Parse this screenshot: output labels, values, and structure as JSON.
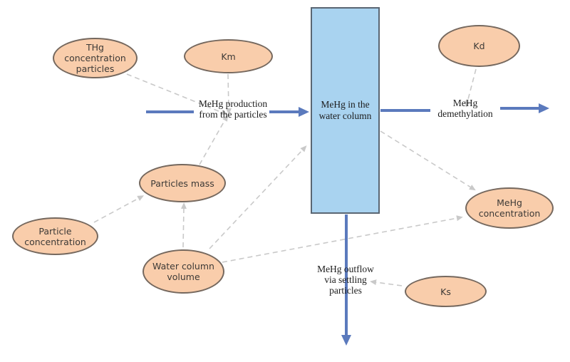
{
  "diagram": {
    "stock": {
      "label": "MeHg in the water column"
    },
    "auxiliaries": [
      {
        "id": "thg-concentration-particles",
        "label": "THg concentration particles"
      },
      {
        "id": "km",
        "label": "Km"
      },
      {
        "id": "kd",
        "label": "Kd"
      },
      {
        "id": "particles-mass",
        "label": "Particles mass"
      },
      {
        "id": "particle-concentration",
        "label": "Particle concentration"
      },
      {
        "id": "water-column-volume",
        "label": "Water column volume"
      },
      {
        "id": "mehg-concentration",
        "label": "MeHg concentration"
      },
      {
        "id": "ks",
        "label": "Ks"
      }
    ],
    "flows": [
      {
        "id": "production",
        "label": "MeHg production from the particles",
        "direction": "into stock from left"
      },
      {
        "id": "demethylation",
        "label": "MeHg demethylation",
        "direction": "out of stock to right"
      },
      {
        "id": "outflow",
        "label": "MeHg outflow via settling particles",
        "direction": "out of stock downward"
      }
    ],
    "connectors": [
      {
        "from": "THg concentration particles",
        "to": "MeHg production from the particles"
      },
      {
        "from": "Km",
        "to": "MeHg production from the particles"
      },
      {
        "from": "Particles mass",
        "to": "MeHg production from the particles"
      },
      {
        "from": "Particle concentration",
        "to": "Particles mass"
      },
      {
        "from": "Water column volume",
        "to": "Particles mass"
      },
      {
        "from": "Water column volume",
        "to": "MeHg in the water column"
      },
      {
        "from": "Water column volume",
        "to": "MeHg concentration"
      },
      {
        "from": "MeHg in the water column",
        "to": "MeHg concentration"
      },
      {
        "from": "Kd",
        "to": "MeHg demethylation"
      },
      {
        "from": "Ks",
        "to": "MeHg outflow via settling particles"
      }
    ],
    "colors": {
      "aux_fill": "#f9cdab",
      "aux_border": "#75685e",
      "aux_text": "#3d3a37",
      "stock_fill": "#a9d3f0",
      "stock_border": "#5a6673",
      "flow": "#5b7abd",
      "connector": "#c9c9c9",
      "label_text": "#1c1c1c"
    }
  }
}
